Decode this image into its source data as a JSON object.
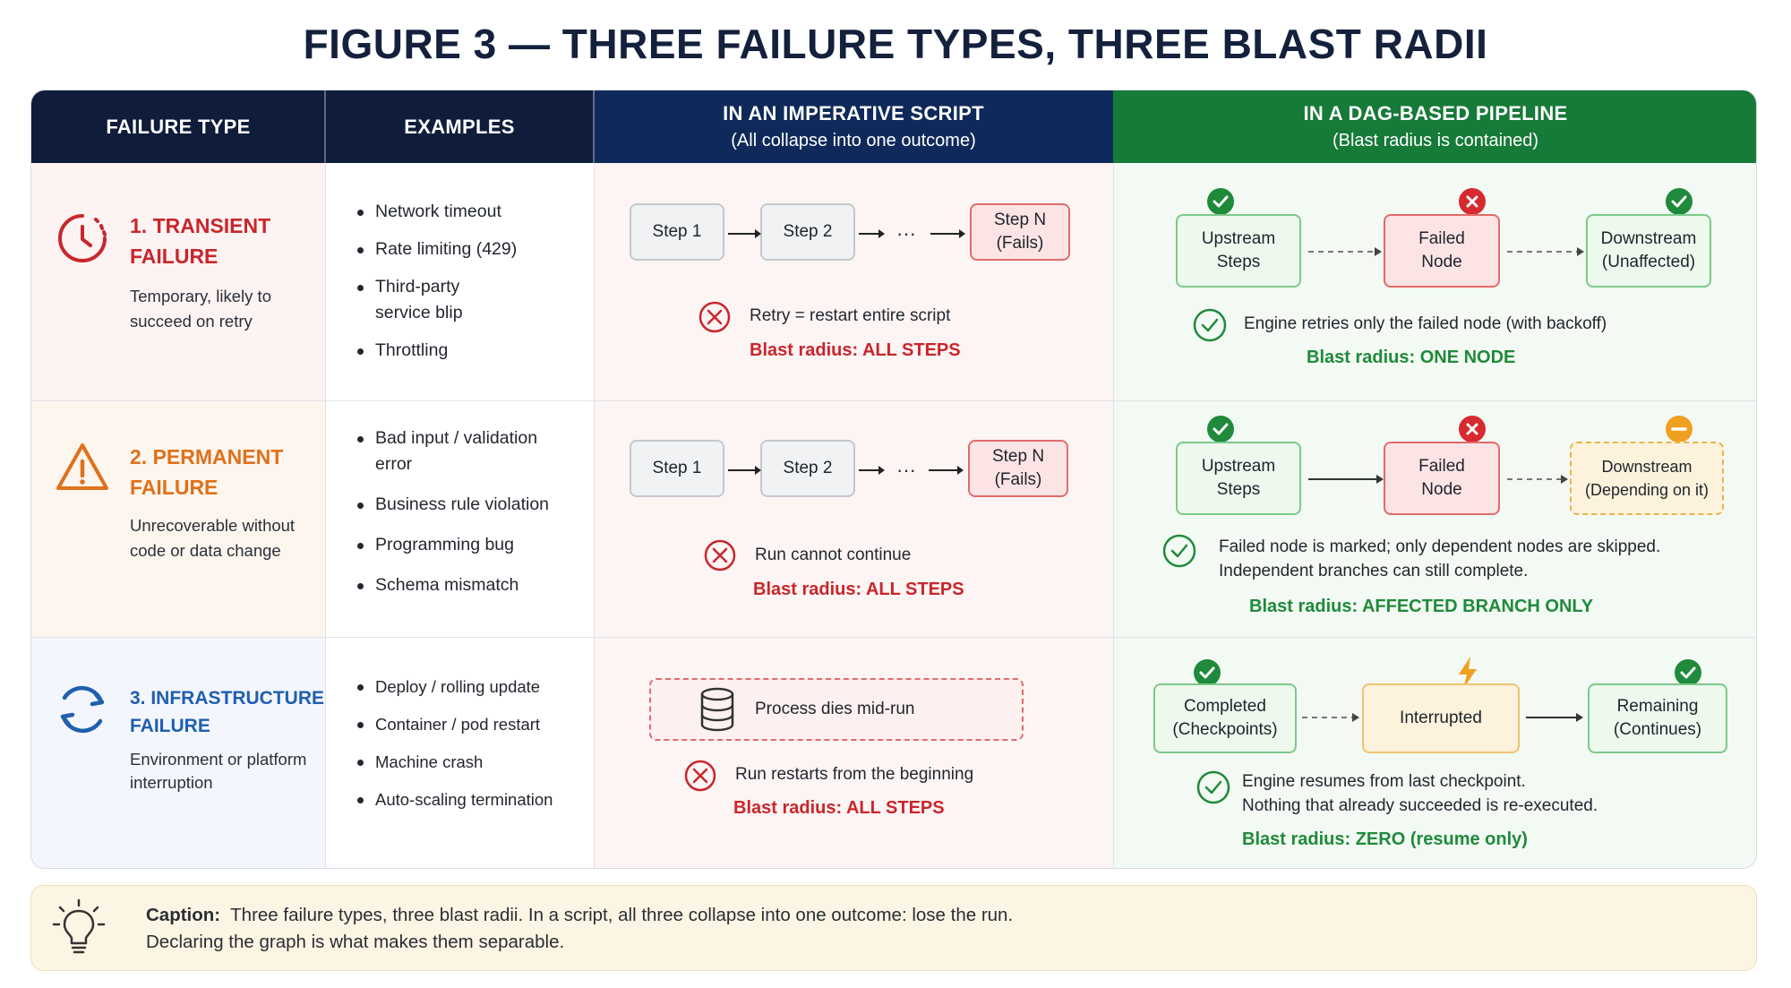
{
  "title": "FIGURE 3 — THREE FAILURE TYPES, THREE BLAST RADII",
  "headers": {
    "failure_type": "FAILURE TYPE",
    "examples": "EXAMPLES",
    "imperative_title": "IN AN IMPERATIVE SCRIPT",
    "imperative_sub": "(All collapse into one outcome)",
    "dag_title": "IN A DAG-BASED PIPELINE",
    "dag_sub": "(Blast radius is contained)"
  },
  "colors": {
    "transient": "#c8262b",
    "permanent": "#e0701b",
    "infrastructure": "#1f5fb0",
    "blast_red": "#c8262b",
    "blast_green": "#1f8a3b"
  },
  "rows": [
    {
      "title_1": "1. TRANSIENT",
      "title_2": "FAILURE",
      "desc_1": "Temporary, likely to",
      "desc_2": "succeed on retry",
      "icon": "clock-icon",
      "examples": [
        "Network timeout",
        "Rate limiting (429)",
        "Third-party",
        "service blip",
        "Throttling"
      ],
      "script": {
        "step1": "Step 1",
        "step2": "Step 2",
        "ellipsis": "···",
        "stepn_1": "Step N",
        "stepn_2": "(Fails)",
        "note": "Retry = restart entire script",
        "blast": "Blast radius: ALL STEPS"
      },
      "dag": {
        "up_1": "Upstream",
        "up_2": "Steps",
        "fail_1": "Failed",
        "fail_2": "Node",
        "down_1": "Downstream",
        "down_2": "(Unaffected)",
        "note_1": "Engine retries only the failed node (with backoff)",
        "blast": "Blast radius: ONE NODE"
      }
    },
    {
      "title_1": "2. PERMANENT",
      "title_2": "FAILURE",
      "desc_1": "Unrecoverable without",
      "desc_2": "code or data change",
      "icon": "warning-icon",
      "examples": [
        "Bad input / validation",
        "error",
        "Business rule violation",
        "Programming bug",
        "Schema mismatch"
      ],
      "script": {
        "step1": "Step 1",
        "step2": "Step 2",
        "ellipsis": "···",
        "stepn_1": "Step N",
        "stepn_2": "(Fails)",
        "note": "Run cannot continue",
        "blast": "Blast radius: ALL STEPS"
      },
      "dag": {
        "up_1": "Upstream",
        "up_2": "Steps",
        "fail_1": "Failed",
        "fail_2": "Node",
        "down_1": "Downstream",
        "down_2": "(Depending on it)",
        "note_1": "Failed node is marked; only dependent nodes are skipped.",
        "note_2": "Independent branches can still complete.",
        "blast": "Blast radius: AFFECTED BRANCH ONLY"
      }
    },
    {
      "title_1": "3. INFRASTRUCTURE",
      "title_2": "FAILURE",
      "desc_1": "Environment or platform",
      "desc_2": "interruption",
      "icon": "refresh-icon",
      "examples": [
        "Deploy / rolling update",
        "Container / pod restart",
        "Machine crash",
        "Auto-scaling termination"
      ],
      "script": {
        "process": "Process dies mid-run",
        "note": "Run restarts from the beginning",
        "blast": "Blast radius: ALL STEPS"
      },
      "dag": {
        "up_1": "Completed",
        "up_2": "(Checkpoints)",
        "mid": "Interrupted",
        "down_1": "Remaining",
        "down_2": "(Continues)",
        "note_1": "Engine resumes from last checkpoint.",
        "note_2": "Nothing that already succeeded is re-executed.",
        "blast": "Blast radius: ZERO (resume only)"
      }
    }
  ],
  "caption": {
    "label": "Caption:",
    "line_1": "Three failure types, three blast radii. In a script, all three collapse into one outcome: lose the run.",
    "line_2": "Declaring the graph is what makes them separable."
  }
}
